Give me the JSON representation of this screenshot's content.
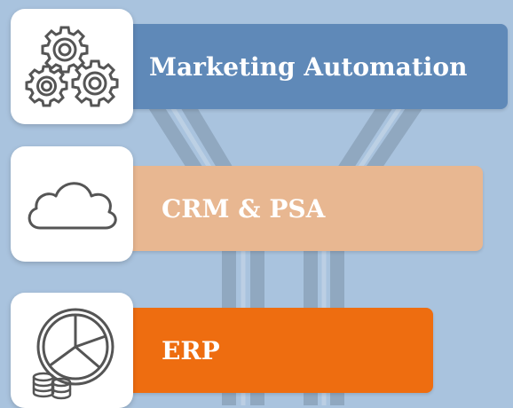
{
  "tiers": [
    {
      "label": "Marketing Automation",
      "icon": "gears-icon",
      "color": "#5f89b8"
    },
    {
      "label": "CRM & PSA",
      "icon": "cloud-icon",
      "color": "#e8b791"
    },
    {
      "label": "ERP",
      "icon": "pie-chart-coins-icon",
      "color": "#ee6d10"
    }
  ],
  "background_color": "#a9c3de"
}
